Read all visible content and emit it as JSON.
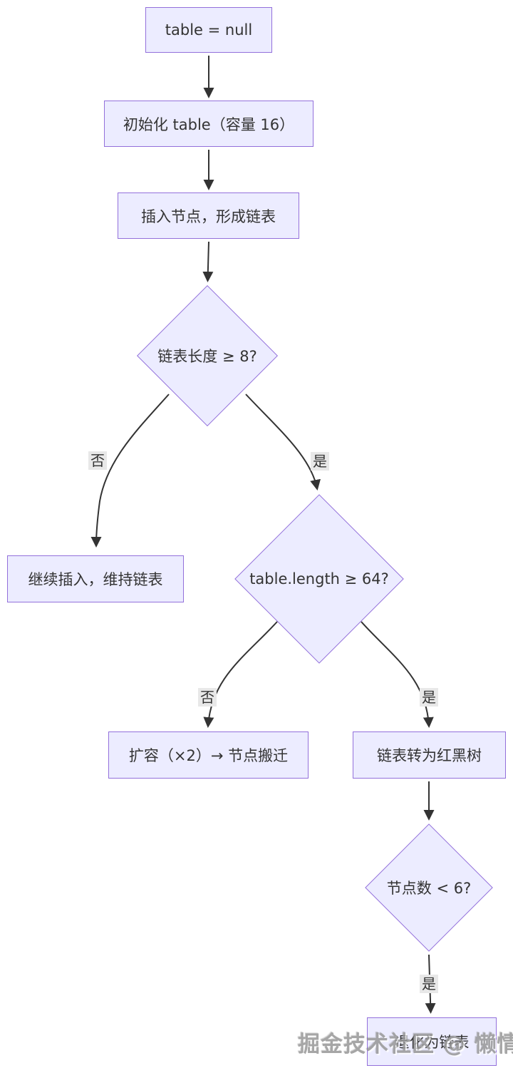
{
  "diagram": {
    "type": "flowchart",
    "direction": "top-down",
    "topic": "HashMap 链表与红黑树转换流程",
    "nodes": [
      {
        "id": "start",
        "shape": "rect",
        "label": "table = null"
      },
      {
        "id": "init",
        "shape": "rect",
        "label": "初始化 table（容量 16）"
      },
      {
        "id": "insert",
        "shape": "rect",
        "label": "插入节点，形成链表"
      },
      {
        "id": "check-length",
        "shape": "diamond",
        "label": "链表长度 ≥ 8?"
      },
      {
        "id": "keep-list",
        "shape": "rect",
        "label": "继续插入，维持链表"
      },
      {
        "id": "check-capacity",
        "shape": "diamond",
        "label": "table.length ≥ 64?"
      },
      {
        "id": "resize",
        "shape": "rect",
        "label": "扩容（×2）→ 节点搬迁"
      },
      {
        "id": "treeify",
        "shape": "rect",
        "label": "链表转为红黑树"
      },
      {
        "id": "check-shrink",
        "shape": "diamond",
        "label": "节点数 < 6?"
      },
      {
        "id": "untreeify",
        "shape": "rect",
        "label": "退化为链表"
      }
    ],
    "edges": [
      {
        "from": "start",
        "to": "init",
        "label": ""
      },
      {
        "from": "init",
        "to": "insert",
        "label": ""
      },
      {
        "from": "insert",
        "to": "check-length",
        "label": ""
      },
      {
        "from": "check-length",
        "to": "keep-list",
        "label": "否"
      },
      {
        "from": "check-length",
        "to": "check-capacity",
        "label": "是"
      },
      {
        "from": "check-capacity",
        "to": "resize",
        "label": "否"
      },
      {
        "from": "check-capacity",
        "to": "treeify",
        "label": "是"
      },
      {
        "from": "treeify",
        "to": "check-shrink",
        "label": ""
      },
      {
        "from": "check-shrink",
        "to": "untreeify",
        "label": "是"
      }
    ],
    "style": {
      "node_fill": "#ececff",
      "node_border": "#9370db",
      "edge_color": "#333333",
      "text_color": "#333333",
      "edge_label_bg": "#e8e8e8",
      "background": "#ffffff",
      "watermark_color": "#979797"
    }
  },
  "watermark": {
    "text": "掘金技术社区 @ 懒情蜗牛"
  }
}
